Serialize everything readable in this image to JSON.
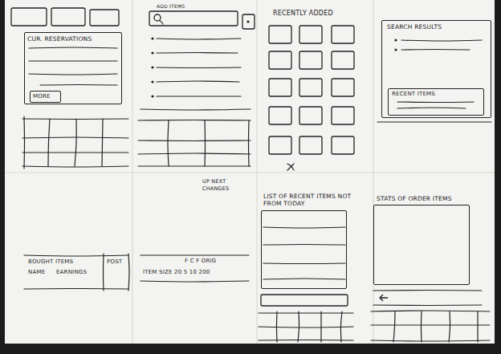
{
  "diagram": {
    "nodes": [
      {
        "text": [
          "CUR. RESERVATIONS"
        ]
      },
      {
        "text": [
          "MORE"
        ],
        "in": 0
      },
      {
        "text": [
          "SEARCH RESULTS"
        ]
      },
      {
        "text": [
          "RECENT ITEMS"
        ],
        "in": 2
      },
      {
        "text": [
          "LIST OF RECENT ITEMS NOT FROM TODAY"
        ]
      },
      {
        "text": [
          "STATS OF ORDER ITEMS"
        ]
      }
    ],
    "labels": [
      "ADD ITEMS",
      "RECENTLY ADDED",
      "UP NEXT CHANGES",
      "BOUGHT ITEMS",
      "POST",
      "NAME",
      "EARNINGS",
      "F C F ORIG",
      "ITEM SIZE 20 5 10 200"
    ]
  }
}
